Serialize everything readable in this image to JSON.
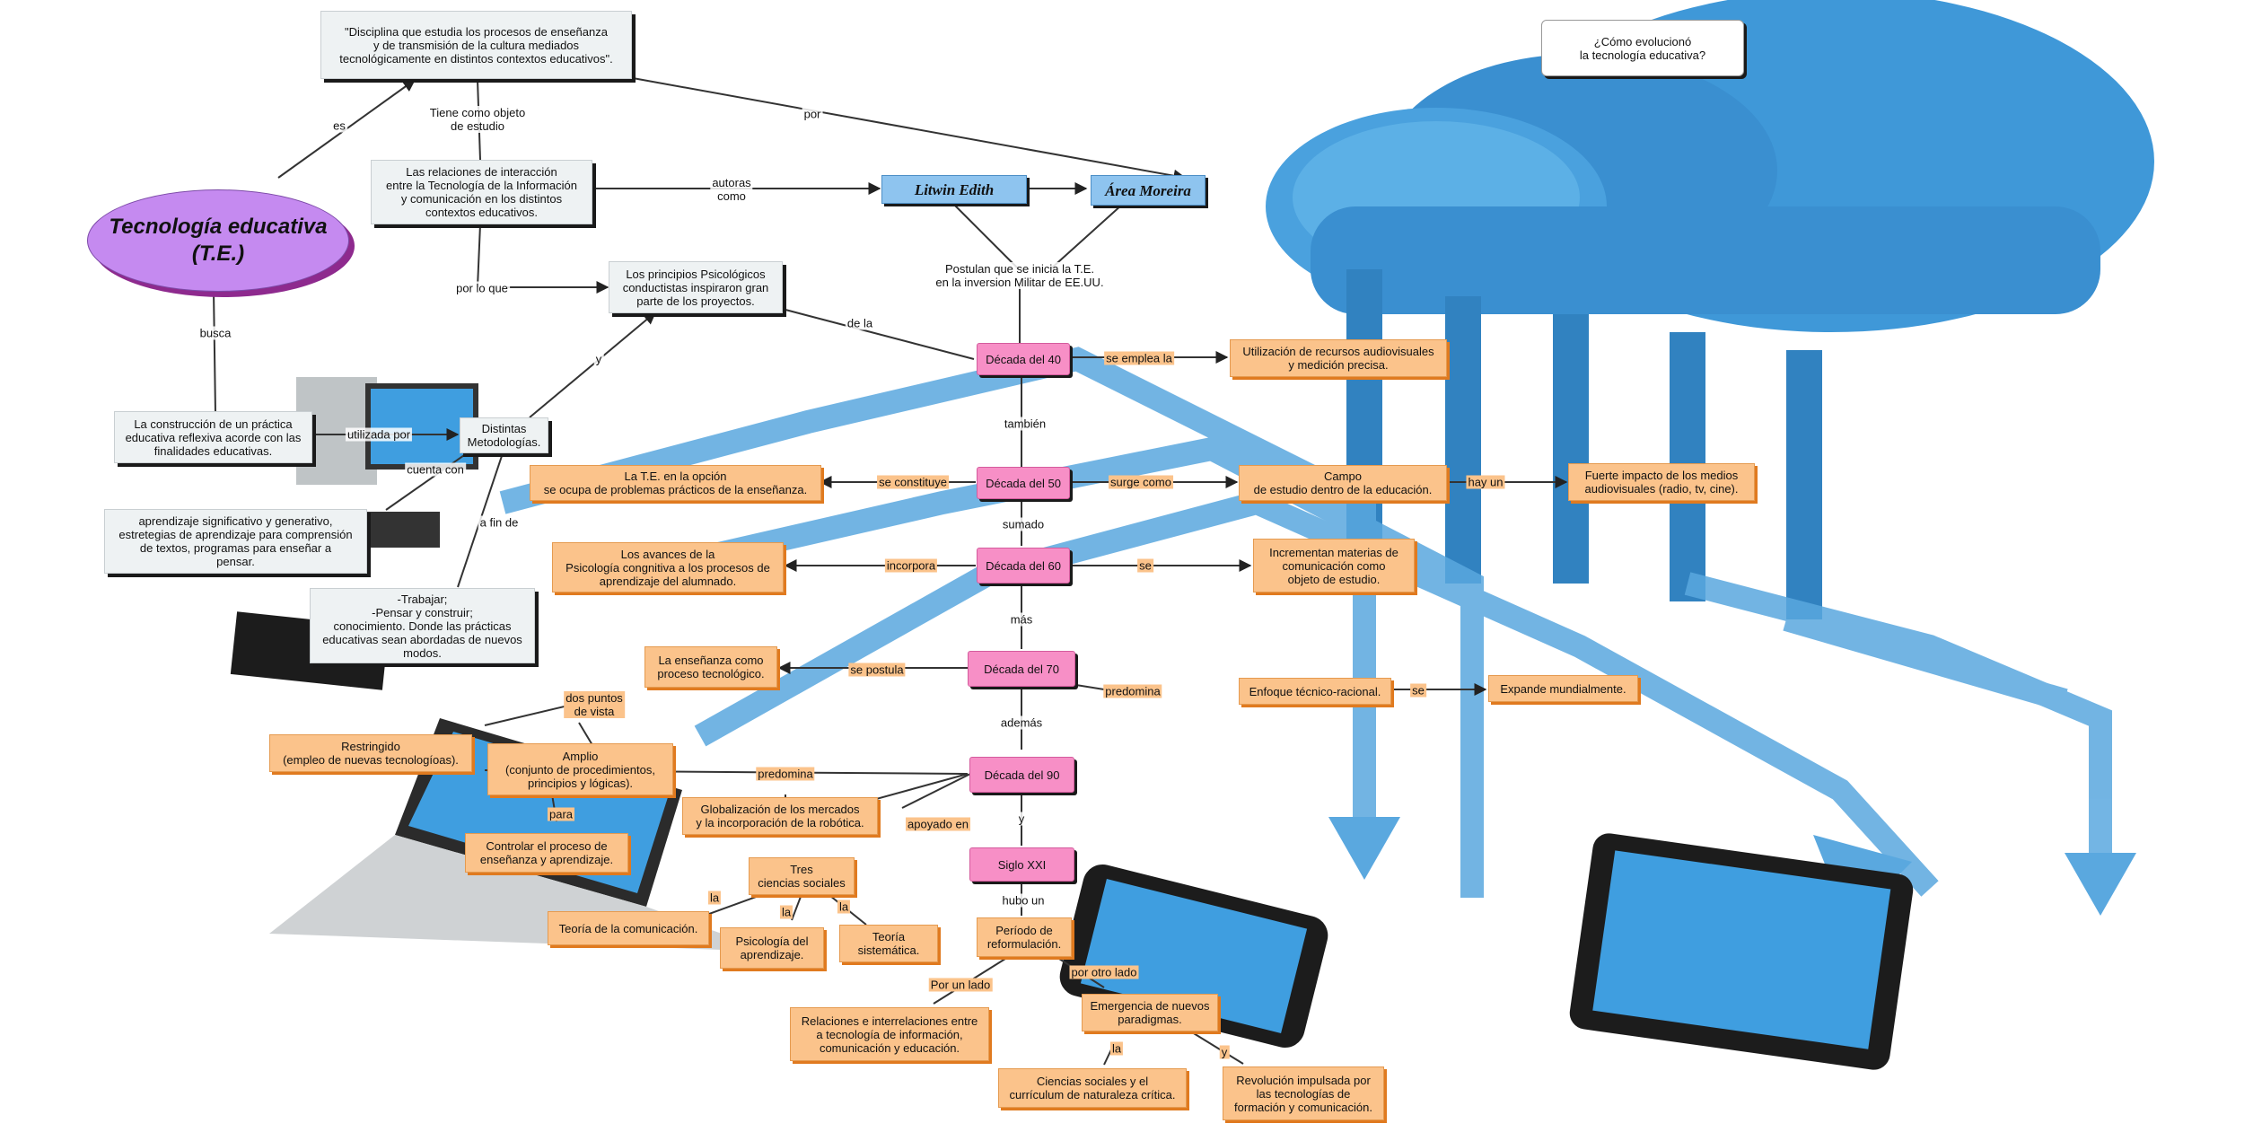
{
  "title": "Tecnología educativa\n(T.E.)",
  "question": "¿Cómo evolucionó\nla tecnología educativa?",
  "nodes": {
    "definicion": "\"Disciplina que estudia los procesos de enseñanza\ny de transmisión de la cultura mediados\ntecnológicamente en distintos contextos educativos\".",
    "relaciones": "Las relaciones de interacción\nentre la Tecnología de la Información\ny comunicación en los distintos\ncontextos educativos.",
    "litwin": "Litwin Edith",
    "area": "Área Moreira",
    "principios": "Los principios Psicológicos\nconductistas inspiraron gran\nparte de los proyectos.",
    "construccion": "La construcción de un práctica\neducativa reflexiva acorde con las\nfinalidades educativas.",
    "metodologias": "Distintas\nMetodologías.",
    "aprendizaje": "aprendizaje significativo y generativo,\nestretegias de aprendizaje para comprensión\nde textos, programas para enseñar a\npensar.",
    "trabajar": "-Trabajar;\n-Pensar y construir;\nconocimiento. Donde las prácticas\neducativas sean abordadas de nuevos\nmodos.",
    "d40": "Década del 40",
    "d50": "Década del 50",
    "d60": "Década del 60",
    "d70": "Década del 70",
    "d90": "Década del 90",
    "sxxi": "Siglo XXI",
    "audiovisuales": "Utilización de recursos audiovisuales\ny medición precisa.",
    "opcion": "La T.E. en la opción\nse ocupa de problemas prácticos de la enseñanza.",
    "campo": "Campo\nde estudio dentro de la educación.",
    "impacto": "Fuerte impacto de los medios\naudiovisuales (radio, tv, cine).",
    "avances": "Los avances de la\nPsicología congnitiva a los procesos de\naprendizaje del alumnado.",
    "materias": "Incrementan materias de\ncomunicación como\nobjeto de estudio.",
    "proceso": "La enseñanza como\nproceso tecnológico.",
    "enfoque": "Enfoque técnico-racional.",
    "expande": "Expande mundialmente.",
    "restringido": "Restringido\n(empleo de nuevas tecnologíoas).",
    "amplio": "Amplio\n(conjunto de procedimientos,\nprincipios y lógicas).",
    "controlar": "Controlar el proceso de\nenseñanza y aprendizaje.",
    "globalizacion": "Globalización de los mercados\ny la incorporación de la robótica.",
    "tres": "Tres\nciencias sociales",
    "teoria_com": "Teoría de la comunicación.",
    "psicologia": "Psicología del\naprendizaje.",
    "teoria_sis": "Teoría\nsistemática.",
    "periodo": "Período de\nreformulación.",
    "relaciones2": "Relaciones e interrelaciones entre\na tecnología de información,\ncomunicación y educación.",
    "emergencia": "Emergencia de nuevos\nparadigmas.",
    "ciencias": "Ciencias sociales y el\ncurrículum de naturaleza crítica.",
    "revolucion": "Revolución impulsada por\nlas tecnologías de\nformación y comunicación."
  },
  "labels": {
    "es": "es",
    "tiene": "Tiene como objeto\nde estudio",
    "por": "por",
    "autoras": "autoras\ncomo",
    "postulan": "Postulan que se inicia la T.E.\nen la inversion Militar de EE.UU.",
    "porloque": "por lo que",
    "dela": "de la",
    "busca": "busca",
    "y1": "y",
    "utilizada": "utilizada por",
    "cuenta": "cuenta con",
    "afin": "a fin de",
    "emplea": "se emplea la",
    "tambien": "también",
    "constituye": "se constituye",
    "surge": "surge como",
    "hayun": "hay un",
    "sumado": "sumado",
    "incorpora": "incorpora",
    "se1": "se",
    "mas": "más",
    "postula": "se postula",
    "predomina1": "predomina",
    "se2": "se",
    "dospuntos": "dos puntos\nde vista",
    "para": "para",
    "ademas": "además",
    "predomina2": "predomina",
    "apoyado": "apoyado en",
    "y2": "y",
    "la1": "la",
    "la2": "la",
    "la3": "la",
    "hubo": "hubo un",
    "porunlado": "Por un lado",
    "porotrolado": "por otro lado",
    "la4": "la",
    "y3": "y"
  },
  "colors": {
    "accent_main": "#c58af0",
    "decade": "#f78fc6",
    "orange_node": "#fbc38b",
    "author": "#8ec4ef",
    "cloud": "#3f98d8"
  }
}
